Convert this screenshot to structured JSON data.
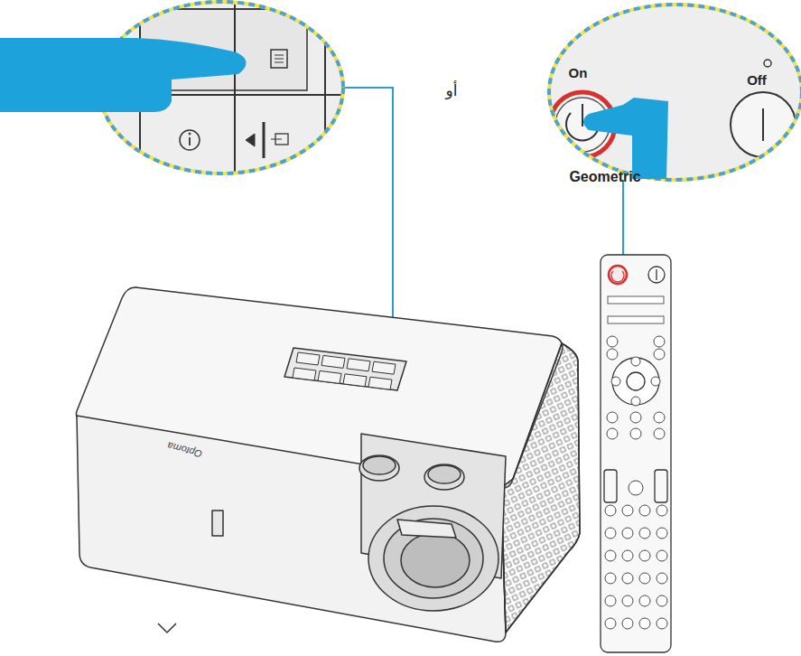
{
  "diagram": {
    "labels": [
      "أو",
      "On",
      "Off",
      "Geometric",
      "Optoma"
    ]
  }
}
